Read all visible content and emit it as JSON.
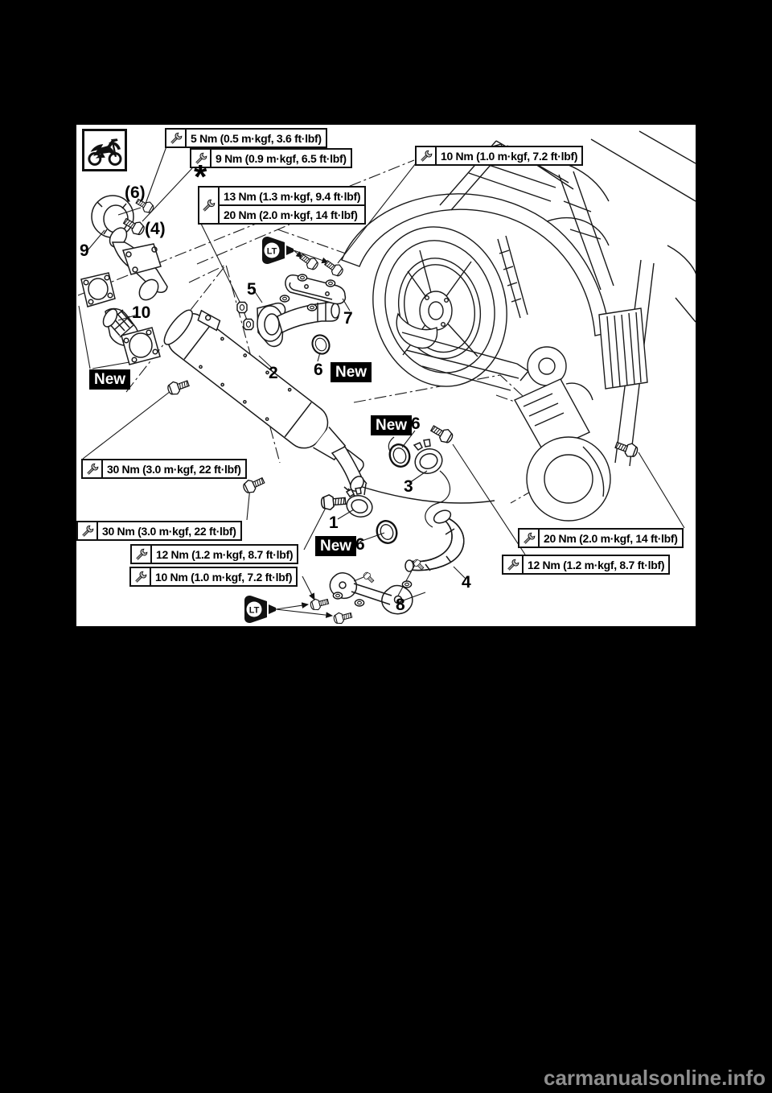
{
  "page": {
    "background_color": "#000000",
    "panel_background": "#ffffff",
    "line_color": "#1a1a1a",
    "watermark": "carmanualsonline.info"
  },
  "legend": {
    "vehicle_icon": "off-road-motorcycle",
    "torque_icon": "open-end-wrench",
    "loctite_label": "LT",
    "new_badge": "New",
    "asterisk_marker": "*"
  },
  "torque_callouts": [
    {
      "text": "5 Nm (0.5 m·kgf, 3.6 ft·lbf)"
    },
    {
      "text": "9 Nm (0.9 m·kgf, 6.5 ft·lbf)"
    },
    {
      "rows": [
        "13 Nm (1.3 m·kgf, 9.4 ft·lbf)",
        "20 Nm (2.0 m·kgf, 14 ft·lbf)"
      ]
    },
    {
      "text": "10 Nm (1.0 m·kgf, 7.2 ft·lbf)"
    },
    {
      "text": "30 Nm (3.0 m·kgf, 22 ft·lbf)"
    },
    {
      "text": "30 Nm (3.0 m·kgf, 22 ft·lbf)"
    },
    {
      "text": "12 Nm (1.2 m·kgf, 8.7 ft·lbf)"
    },
    {
      "text": "10 Nm (1.0 m·kgf, 7.2 ft·lbf)"
    },
    {
      "text": "20 Nm (2.0 m·kgf, 14 ft·lbf)"
    },
    {
      "text": "12 Nm (1.2 m·kgf, 8.7 ft·lbf)"
    }
  ],
  "part_labels": [
    {
      "text": "(6)"
    },
    {
      "text": "(4)"
    },
    {
      "text": "9"
    },
    {
      "text": "10"
    },
    {
      "text": "5"
    },
    {
      "text": "7"
    },
    {
      "text": "2"
    },
    {
      "text": "6"
    },
    {
      "text": "6"
    },
    {
      "text": "3"
    },
    {
      "text": "1"
    },
    {
      "text": "6"
    },
    {
      "text": "4"
    },
    {
      "text": "8"
    }
  ]
}
